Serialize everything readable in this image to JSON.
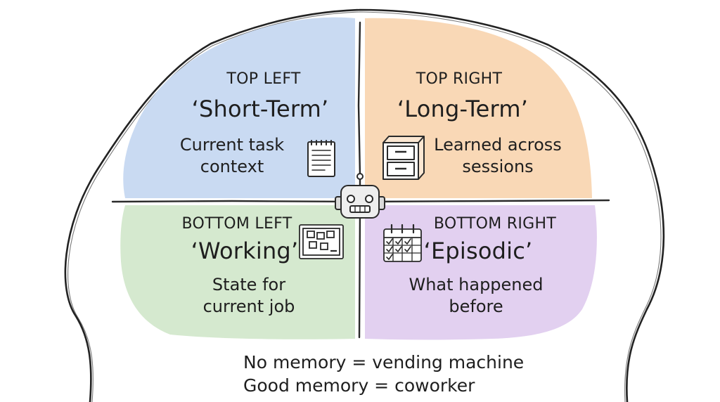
{
  "quadrants": [
    {
      "position": "TOP LEFT",
      "name": "‘Short-Term’",
      "desc": [
        "Current task",
        "context"
      ],
      "icon": "notepad-icon",
      "color": "#c9daf2"
    },
    {
      "position": "TOP RIGHT",
      "name": "‘Long-Term’",
      "desc": [
        "Learned across",
        "sessions"
      ],
      "icon": "filing-cabinet-icon",
      "color": "#f9d8b6"
    },
    {
      "position": "BOTTOM LEFT",
      "name": "‘Working’",
      "desc": [
        "State for",
        "current job"
      ],
      "icon": "whiteboard-icon",
      "color": "#d5e9cf"
    },
    {
      "position": "BOTTOM RIGHT",
      "name": "‘Episodic’",
      "desc": [
        "What happened",
        "before"
      ],
      "icon": "calendar-icon",
      "color": "#e2d0f0"
    }
  ],
  "center_icon": "robot-icon",
  "footer": {
    "line1": "No memory = vending machine",
    "line2": "Good memory = coworker"
  }
}
